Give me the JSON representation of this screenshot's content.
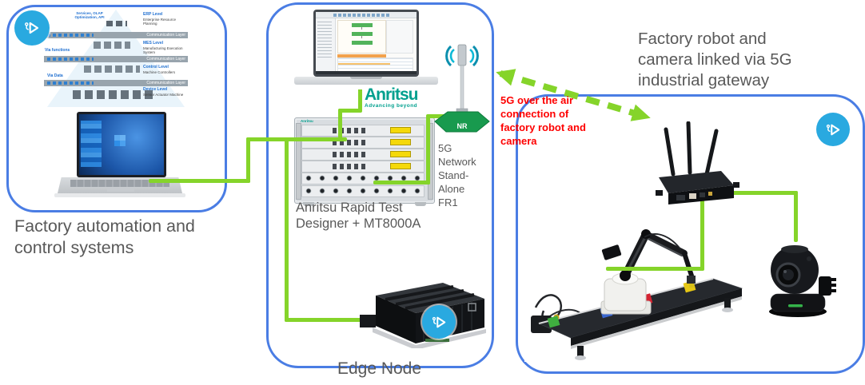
{
  "colors": {
    "frame_blue": "#4a7de4",
    "link_green": "#85d42a",
    "caption_gray": "#595959",
    "alert_red": "#fe0000",
    "badge_blue": "#29a9e0",
    "anritsu_teal": "#00a08e",
    "nr_green": "#189a4e"
  },
  "icons": {
    "badge": "click-pointer-icon",
    "antenna": "5g-nr-antenna-icon",
    "router": "industrial-gateway-icon"
  },
  "left_panel": {
    "caption": "Factory automation and control systems",
    "pyramid": {
      "top_note": "Services, OLAP Optimization, API",
      "comm_layer": "Communication Layer",
      "side_labels": [
        "Via functions",
        "Via Data"
      ],
      "levels": [
        {
          "name": "ERP Level",
          "desc": "Enterprise Resource Planning"
        },
        {
          "name": "MES Level",
          "desc": "Manufacturing Execution System"
        },
        {
          "name": "Control Level",
          "desc": "Machine Controllers"
        },
        {
          "name": "Device Level",
          "desc": "Sensor Actuator Machine"
        }
      ]
    }
  },
  "middle_panel": {
    "logo": "Anritsu",
    "logo_tagline": "Advancing beyond",
    "rack_brand": "Anritsu",
    "tester_caption": "Anritsu Rapid Test Designer + MT8000A",
    "antenna_label": "NR",
    "network_caption": "5G Network Stand-Alone FR1",
    "edge_caption": "Edge Node"
  },
  "right_panel": {
    "caption": "Factory robot and camera linked via 5G industrial gateway"
  },
  "ota_note": "5G over the air connection of factory robot and camera"
}
